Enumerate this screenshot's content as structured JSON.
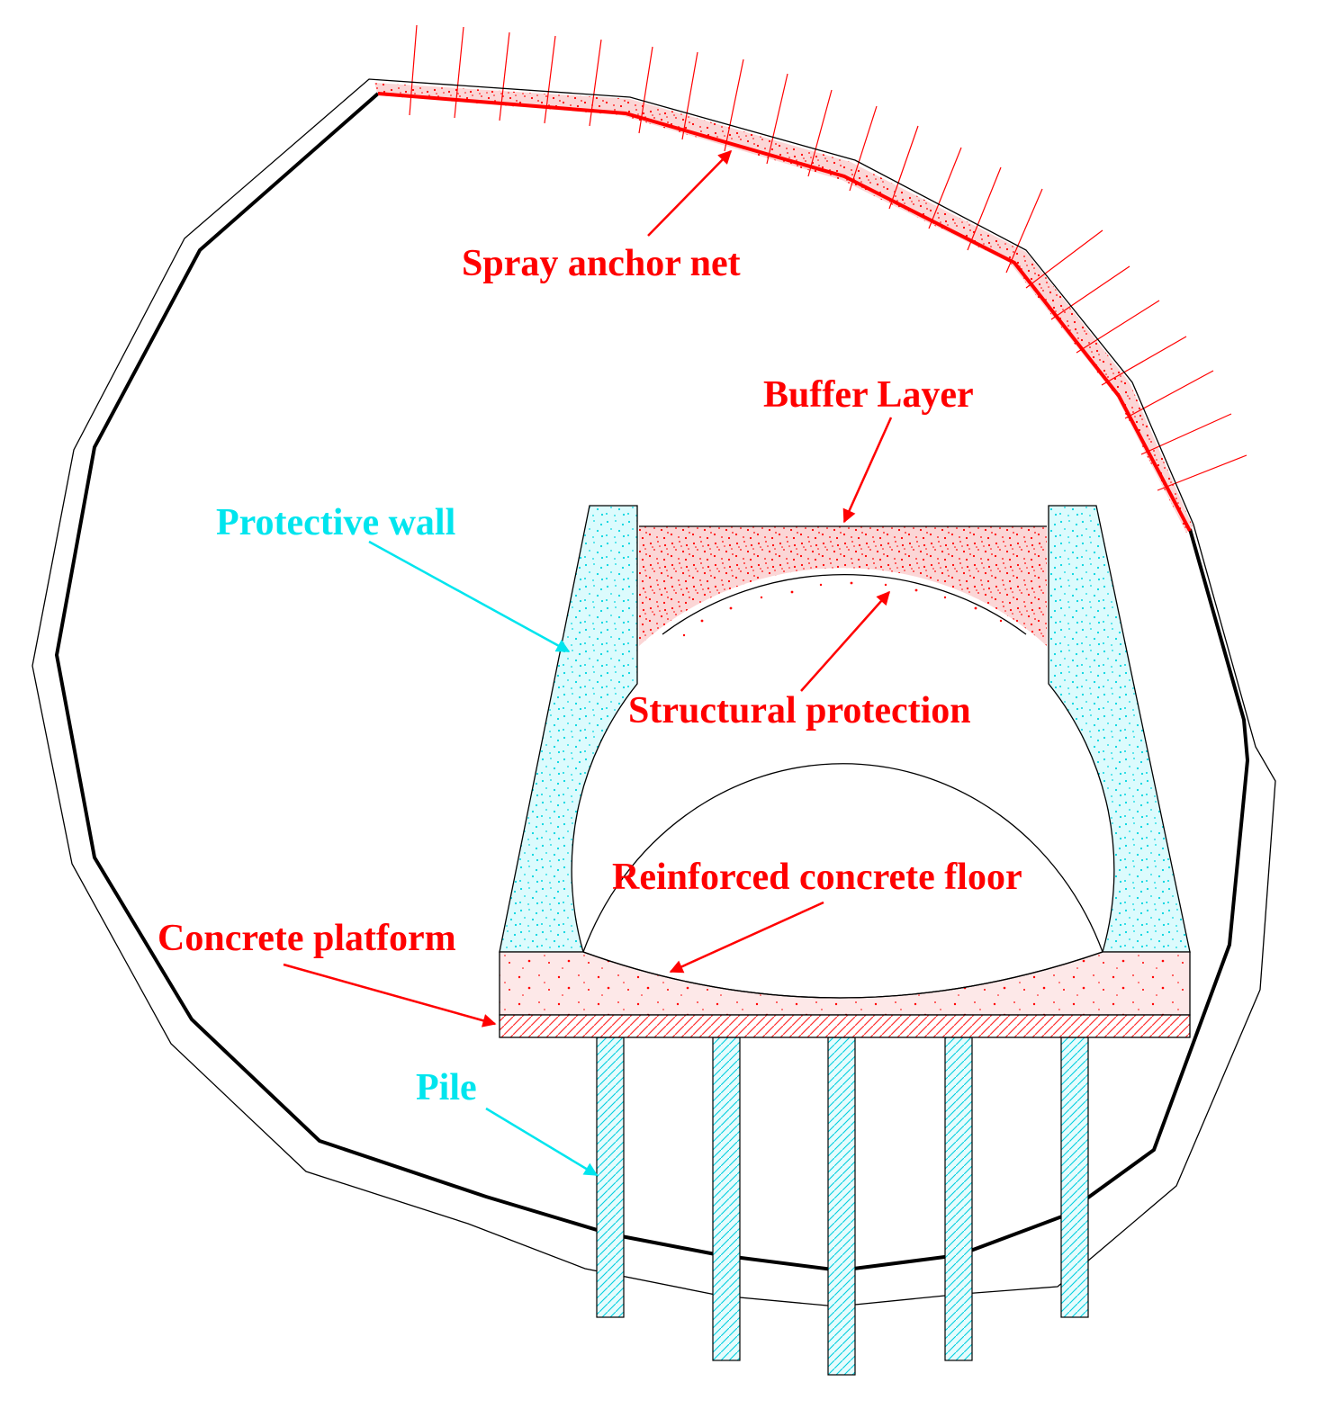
{
  "colors": {
    "annotation": "#ff0000",
    "component": "#00e5ee",
    "outline": "#000000",
    "background": "#ffffff"
  },
  "labels": {
    "spray_anchor_net": "Spray anchor net",
    "buffer_layer": "Buffer Layer",
    "protective_wall": "Protective wall",
    "structural_protection": "Structural protection",
    "reinforced_concrete_floor": "Reinforced concrete floor",
    "concrete_platform": "Concrete platform",
    "pile": "Pile"
  }
}
